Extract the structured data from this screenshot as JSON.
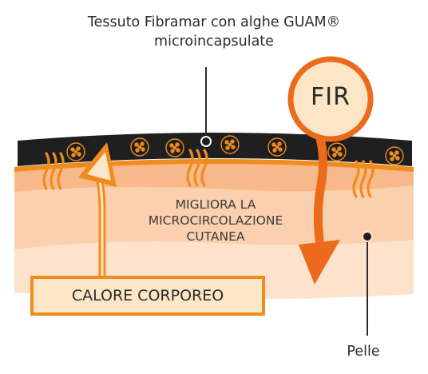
{
  "labels": {
    "fabric": "Tessuto Fibramar con alghe GUAM® microincapsulate",
    "fir": "FIR",
    "effect": "MIGLIORA LA MICROCIRCOLAZIONE CUTANEA",
    "heat": "CALORE CORPOREO",
    "skin": "Pelle"
  },
  "colors": {
    "fabric": "#1f1f1f",
    "skin_top": "#f7b88a",
    "skin_mid": "#fbd0ae",
    "skin_low": "#fde2cc",
    "orange": "#f08c1e",
    "fir_arrow": "#ec6a1c",
    "heat_box_fill": "#fde6c6"
  }
}
